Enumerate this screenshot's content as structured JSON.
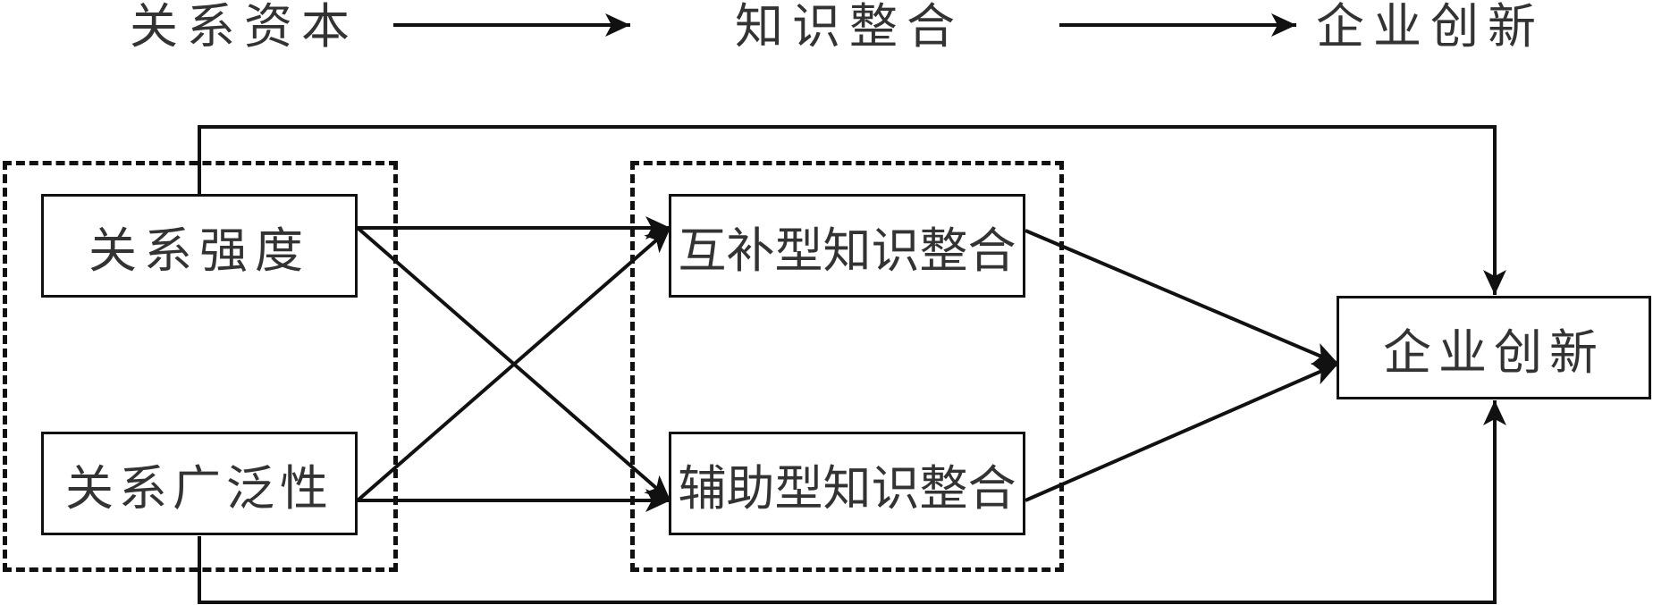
{
  "header": {
    "stage1": "关系资本",
    "stage2": "知识整合",
    "stage3": "企业创新"
  },
  "boxes": {
    "strength": "关系强度",
    "breadth": "关系广泛性",
    "complementary": "互补型知识整合",
    "auxiliary": "辅助型知识整合",
    "innovation": "企业创新"
  }
}
